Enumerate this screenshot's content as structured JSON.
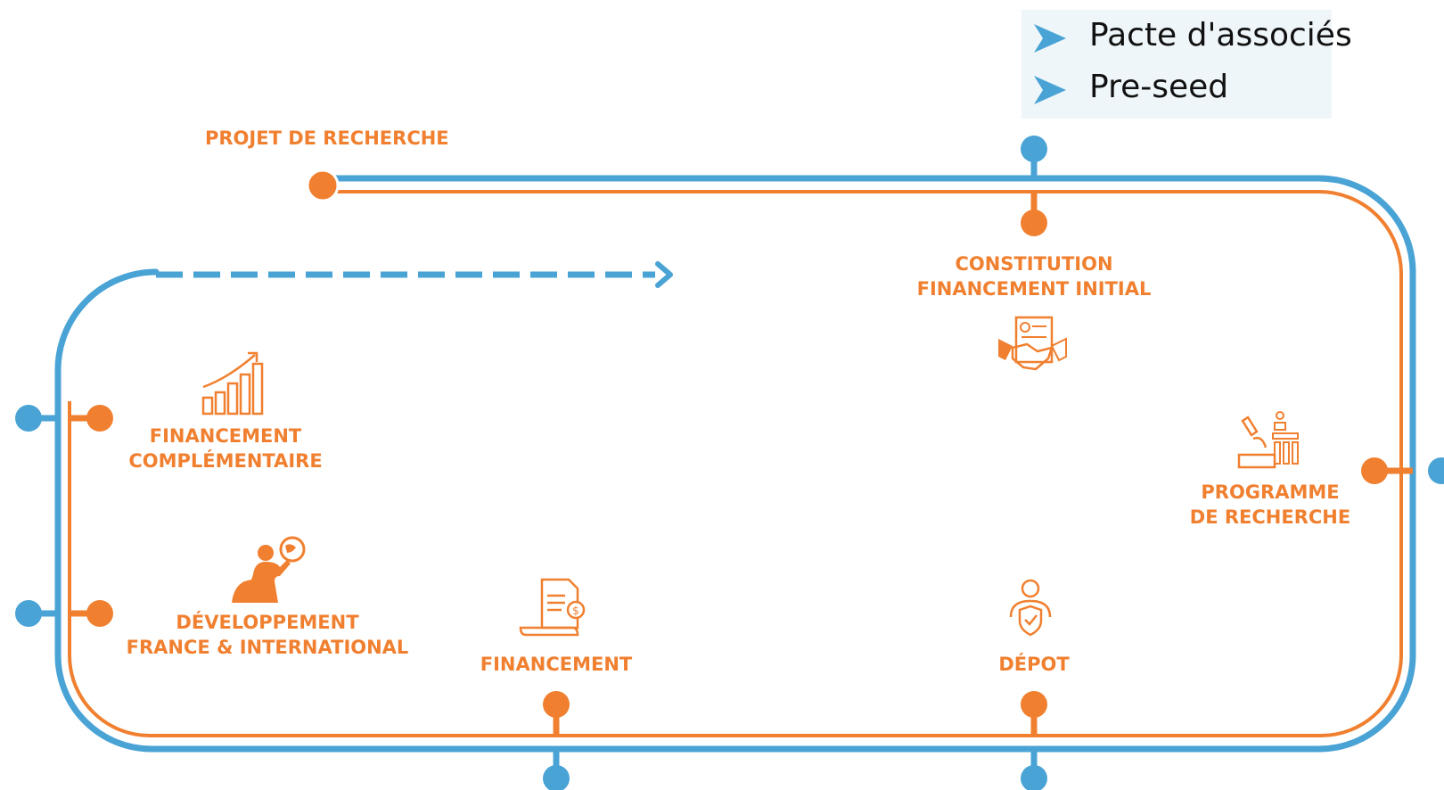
{
  "callout": {
    "items": [
      {
        "label": "Pacte d'associés"
      },
      {
        "label": "Pre-seed"
      }
    ]
  },
  "stages": {
    "projet_recherche": [
      "PROJET DE RECHERCHE"
    ],
    "constitution": [
      "CONSTITUTION",
      "FINANCEMENT INITIAL"
    ],
    "programme": [
      "PROGRAMME",
      "DE RECHERCHE"
    ],
    "depot": [
      "DÉPOT"
    ],
    "financement": [
      "FINANCEMENT"
    ],
    "developpement": [
      "DÉVELOPPEMENT",
      "FRANCE & INTERNATIONAL"
    ],
    "financement_complementaire": [
      "FINANCEMENT",
      "COMPLÉMENTAIRE"
    ]
  },
  "colors": {
    "blue": "#4aa3d5",
    "orange": "#f08030",
    "callout_bg": "#eef6fa"
  },
  "icons": {
    "constitution": "handshake-contract-icon",
    "programme": "microscope-lab-icon",
    "depot": "person-shield-icon",
    "financement": "invoice-scroll-icon",
    "developpement": "person-globe-icon",
    "financement_complementaire": "growth-bars-icon"
  }
}
